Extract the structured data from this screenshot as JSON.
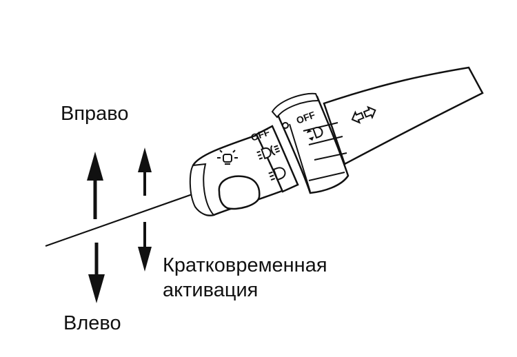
{
  "labels": {
    "right": "Вправо",
    "left": "Влево",
    "momentary_line1": "Кратковременная",
    "momentary_line2": "активация"
  },
  "switch_markings": {
    "outer_off": "OFF",
    "inner_off": "OFF",
    "parking_lamp": "parking-lamp-icon",
    "position_fog": "position-fog-lamp-icon",
    "headlamp": "headlamp-icon",
    "fog_lamp": "fog-lamp-icon",
    "turn_signal": "turn-signal-arrows-icon"
  },
  "colors": {
    "ink": "#111111",
    "background": "#ffffff"
  }
}
